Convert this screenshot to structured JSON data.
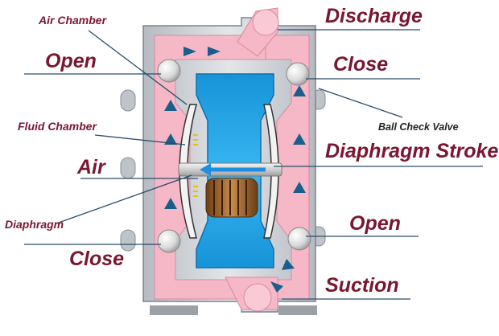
{
  "labels": {
    "air_chamber": "Air Chamber",
    "open_left": "Open",
    "fluid_chamber": "Fluid Chamber",
    "air": "Air",
    "diaphragm": "Diaphragm",
    "close_left": "Close",
    "discharge": "Discharge",
    "close_right": "Close",
    "ball_check_valve": "Ball Check Valve",
    "diaphragm_stroke": "Diaphragm Stroke",
    "open_right": "Open",
    "suction": "Suction"
  },
  "colors": {
    "label_text": "#7a1631",
    "fluid": "#f6b8c6",
    "air_chamber": "#2aa6e8",
    "housing": "#c9cdd2",
    "arrow": "#1a5e8c",
    "leader_line": "#2a4d6b",
    "ball": "#eeeeee",
    "spring": "#8a5a2b"
  },
  "icons": [
    "valve-ball",
    "flow-arrow",
    "diaphragm",
    "spring-shaft",
    "bolt"
  ]
}
